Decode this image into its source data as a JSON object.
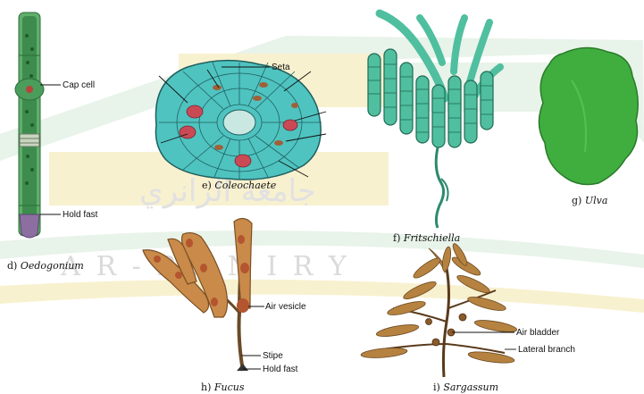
{
  "panels": {
    "oedogonium": {
      "letter": "d) ",
      "name": "Oedogonium",
      "labels": {
        "cap_cell": "Cap cell",
        "hold_fast": "Hold fast"
      }
    },
    "coleochaete": {
      "letter": "e) ",
      "name": "Coleochaete",
      "labels": {
        "seta": "Seta"
      }
    },
    "fritschiella": {
      "letter": "f) ",
      "name": "Fritschiella"
    },
    "ulva": {
      "letter": "g) ",
      "name": "Ulva"
    },
    "fucus": {
      "letter": "h) ",
      "name": "Fucus",
      "labels": {
        "air_vesicle": "Air vesicle",
        "stipe": "Stipe",
        "hold_fast": "Hold fast"
      }
    },
    "sargassum": {
      "letter": "i) ",
      "name": "Sargassum",
      "labels": {
        "air_bladder": "Air bladder",
        "lateral_branch": "Lateral branch"
      }
    }
  },
  "watermark": {
    "arabic": "جامعة الرانري",
    "latin": "A R - R A N I R Y"
  },
  "colors": {
    "green_cell": "#4fb89a",
    "green_dark": "#2d8a6e",
    "ulva": "#3fae3f",
    "brown": "#a9743c",
    "red_spot": "#d24a4a",
    "watermark_yellow": "#f4e6a8",
    "watermark_green": "#d7ead8"
  }
}
